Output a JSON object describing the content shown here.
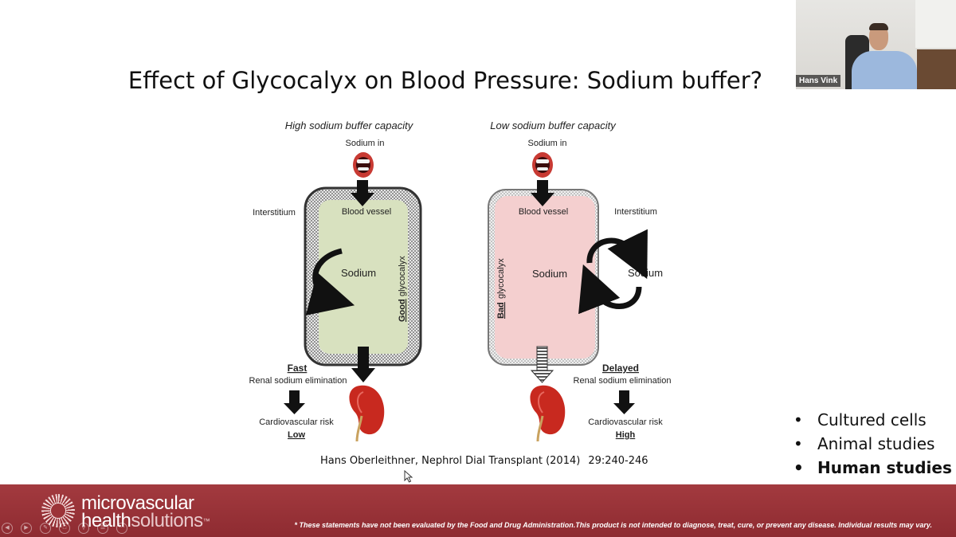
{
  "slide": {
    "title": "Effect of Glycocalyx on Blood Pressure: Sodium buffer?"
  },
  "diagram": {
    "left": {
      "heading": "High sodium buffer capacity",
      "sodium_in": "Sodium in",
      "interstitium": "Interstitium",
      "vessel": "Blood vessel",
      "sodium": "Sodium",
      "glyco_quality": "Good",
      "glyco_word": "glycocalyx",
      "speed": "Fast",
      "elimination": "Renal sodium elimination",
      "risk_label": "Cardiovascular risk",
      "risk_level": "Low",
      "colors": {
        "vessel_fill": "#d8e1bf",
        "glycocalyx": "#7a7a7a"
      }
    },
    "right": {
      "heading": "Low sodium buffer capacity",
      "sodium_in": "Sodium in",
      "interstitium": "Interstitium",
      "vessel": "Blood vessel",
      "sodium_inside": "Sodium",
      "sodium_outside": "Sodium",
      "glyco_quality": "Bad",
      "glyco_word": "glycocalyx",
      "speed": "Delayed",
      "elimination": "Renal sodium elimination",
      "risk_label": "Cardiovascular risk",
      "risk_level": "High",
      "colors": {
        "vessel_fill": "#f4cfcf",
        "glycocalyx": "#bdbdbd"
      }
    }
  },
  "citation": {
    "text": "Hans Oberleithner, Nephrol Dial Transplant (2014)",
    "pages": "29:240-246"
  },
  "bullets": [
    {
      "text": "Cultured cells",
      "bold": false
    },
    {
      "text": "Animal studies",
      "bold": false
    },
    {
      "text": "Human studies",
      "bold": true
    }
  ],
  "video": {
    "participant_name": "Hans Vink"
  },
  "footer": {
    "logo_line1_a": "micro",
    "logo_line1_b": "vascular",
    "logo_line2_a": "health",
    "logo_line2_b": "solutions",
    "trademark": "™",
    "disclaimer": "* These statements have not been evaluated by the Food and Drug Administration.This product is not intended to diagnose, treat, cure, or prevent any disease. Individual results may vary.",
    "color": "#9a3238"
  },
  "icons": [
    "mouth-icon",
    "kidney-icon",
    "arrow-icon",
    "cursor-icon",
    "prev-icon",
    "next-icon",
    "pen-icon",
    "copy-icon",
    "zoom-icon",
    "subtitle-icon",
    "more-icon"
  ]
}
